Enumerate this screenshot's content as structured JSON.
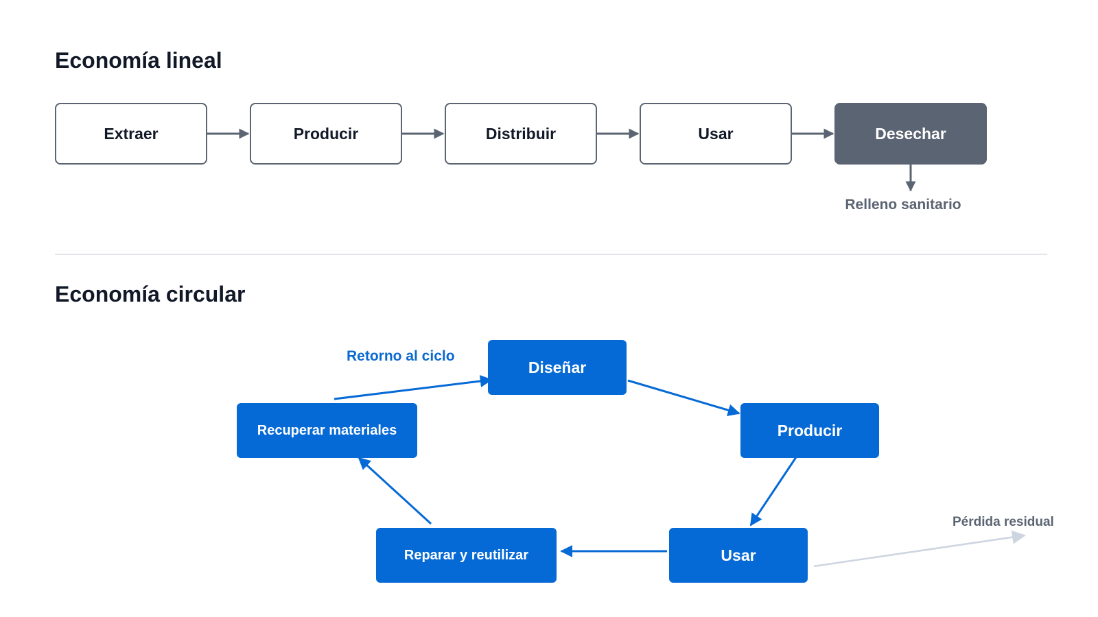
{
  "linear": {
    "title": "Economía lineal",
    "steps": [
      "Extraer",
      "Producir",
      "Distribuir",
      "Usar",
      "Desechar"
    ],
    "end_label": "Relleno sanitario"
  },
  "circular": {
    "title": "Economía circular",
    "nodes": {
      "design": "Diseñar",
      "produce": "Producir",
      "use": "Usar",
      "repair": "Reparar y reutilizar",
      "recover": "Recuperar materiales"
    },
    "return_label": "Retorno al ciclo",
    "loss_label": "Pérdida residual"
  },
  "colors": {
    "gray": "#5b6472",
    "blue": "#066ad6",
    "text": "#111827",
    "loss": "#cdd5e0"
  }
}
